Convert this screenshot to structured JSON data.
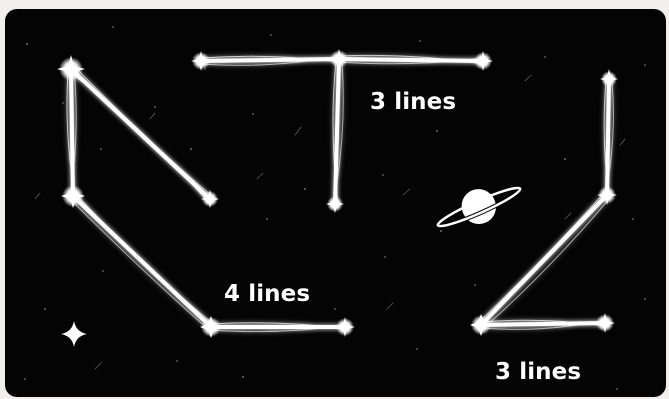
{
  "labels": {
    "t_shape": "3 lines",
    "left_shape": "4 lines",
    "right_shape": "3 lines"
  },
  "colors": {
    "background": "#040404",
    "ink": "#ffffff"
  },
  "icons": [
    "star-node-icon",
    "planet-icon",
    "sparkle-star-icon"
  ]
}
